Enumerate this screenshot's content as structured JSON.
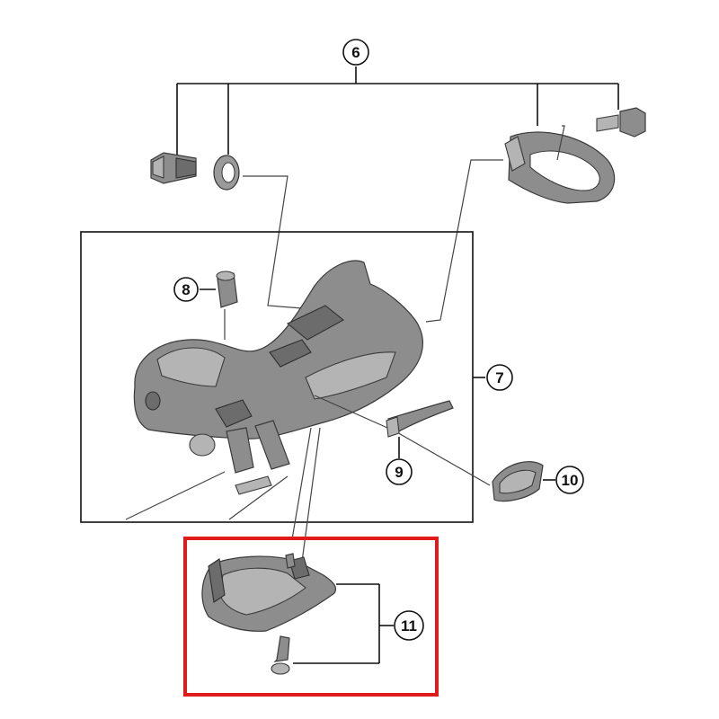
{
  "callouts": {
    "c6": "6",
    "c7": "7",
    "c8": "8",
    "c9": "9",
    "c10": "10",
    "c11": "11"
  },
  "colors": {
    "highlight_box": "#e01b1b",
    "part_fill": "#8d8d8d",
    "outline": "#111111"
  }
}
